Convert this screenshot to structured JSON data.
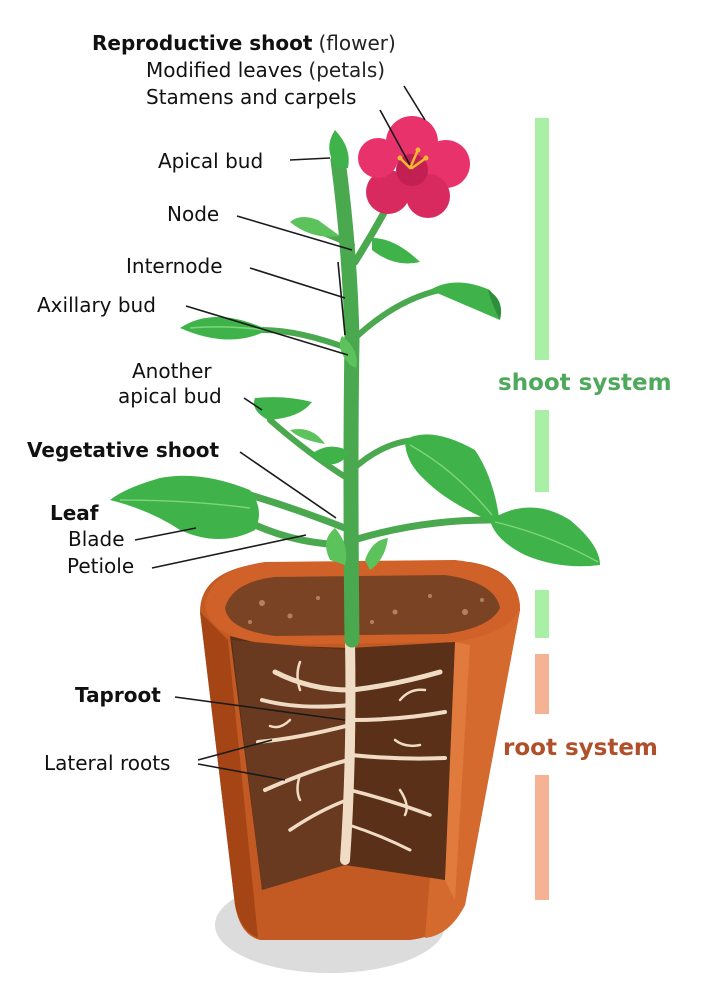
{
  "labels": {
    "reproductive_shoot": "Reproductive shoot",
    "flower": "(flower)",
    "modified_leaves": "Modified leaves",
    "petals": "(petals)",
    "stamens_carpels": "Stamens and carpels",
    "apical_bud": "Apical bud",
    "node": "Node",
    "internode": "Internode",
    "axillary_bud": "Axillary bud",
    "another_apical_bud_1": "Another",
    "another_apical_bud_2": "apical bud",
    "vegetative_shoot": "Vegetative shoot",
    "leaf": "Leaf",
    "blade": "Blade",
    "petiole": "Petiole",
    "taproot": "Taproot",
    "lateral_roots": "Lateral roots"
  },
  "systems": {
    "shoot": "shoot system",
    "root": "root system"
  },
  "colors": {
    "shoot_bar": "#a9efa6",
    "shoot_text": "#4fa95c",
    "root_bar": "#f5b394",
    "root_text": "#b0502b",
    "pot": "#c35a24",
    "soil": "#6b3b21",
    "flower": "#e8326b",
    "leaf": "#3fb34a"
  }
}
